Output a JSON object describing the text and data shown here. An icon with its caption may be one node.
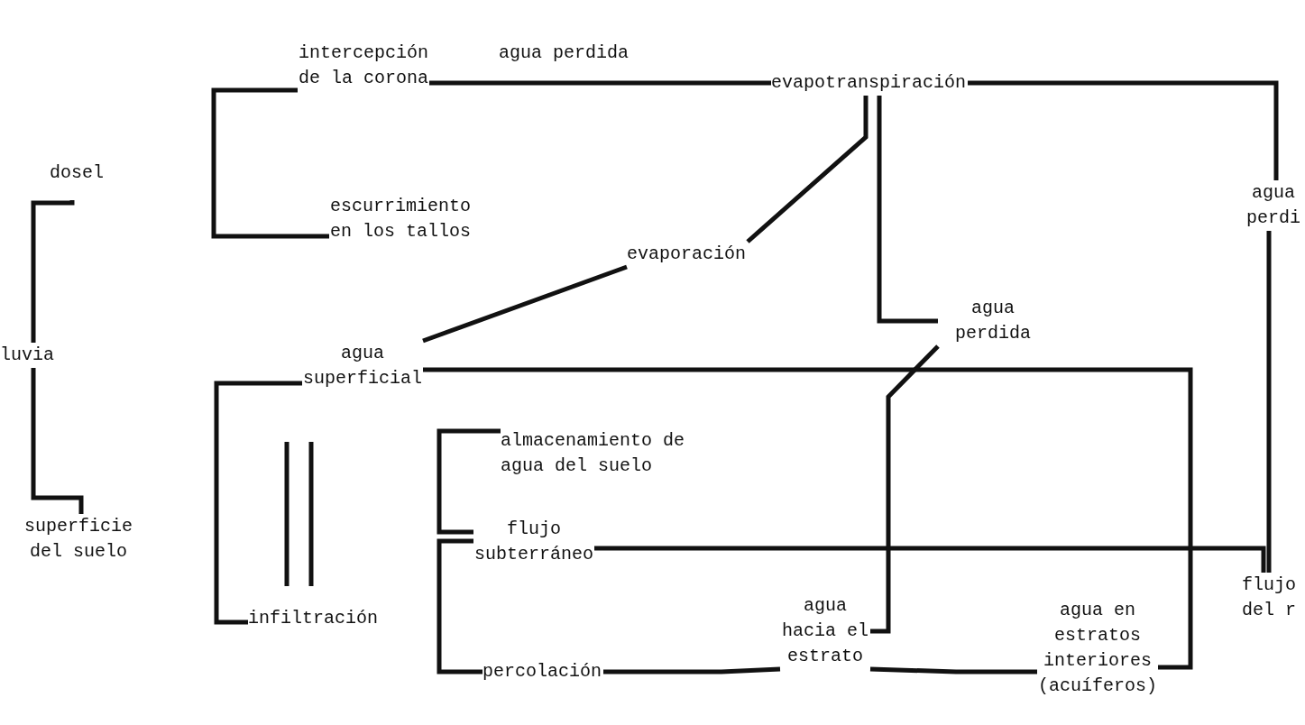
{
  "diagram": {
    "nodes": [
      {
        "text": [
          "intercepción de la corona"
        ]
      },
      {
        "text": [
          "evapotranspiración"
        ]
      },
      {
        "text": [
          "dosel"
        ]
      },
      {
        "text": [
          "escurrimiento en los tallos"
        ]
      },
      {
        "text": [
          "agua perdi"
        ]
      },
      {
        "text": [
          "evaporación"
        ]
      },
      {
        "text": [
          "agua perdida"
        ]
      },
      {
        "text": [
          "luvia"
        ]
      },
      {
        "text": [
          "agua superficial"
        ]
      },
      {
        "text": [
          "almacenamiento de agua del suelo"
        ]
      },
      {
        "text": [
          "flujo subterráneo"
        ]
      },
      {
        "text": [
          "superficie del suelo"
        ]
      },
      {
        "text": [
          "flujo del r"
        ]
      },
      {
        "text": [
          "infiltración"
        ]
      },
      {
        "text": [
          "percolación"
        ]
      },
      {
        "text": [
          "agua hacia el estrato"
        ]
      },
      {
        "text": [
          "agua en estratos interiores (acuíferos)"
        ]
      }
    ],
    "edges": [
      {
        "from": 2,
        "to": 7,
        "arrow": "none"
      },
      {
        "from": 7,
        "to": 11,
        "arrow": "none"
      },
      {
        "from": 0,
        "to": 3,
        "arrow": "none"
      },
      {
        "from": 0,
        "to": 1,
        "arrow": "none",
        "label": "agua perdida"
      },
      {
        "from": 1,
        "to": 4,
        "arrow": "none"
      },
      {
        "from": 4,
        "to": 12,
        "arrow": "none"
      },
      {
        "from": 10,
        "to": 12,
        "arrow": "none"
      },
      {
        "from": 8,
        "to": 5,
        "arrow": "none"
      },
      {
        "from": 5,
        "to": 1,
        "arrow": "none"
      },
      {
        "from": 1,
        "to": 6,
        "arrow": "none"
      },
      {
        "from": 6,
        "to": 15,
        "arrow": "none"
      },
      {
        "from": 8,
        "to": 16,
        "arrow": "none"
      },
      {
        "from": 8,
        "to": 13,
        "arrow": "none"
      },
      {
        "from": 9,
        "to": 10,
        "arrow": "none"
      },
      {
        "from": 10,
        "to": 14,
        "arrow": "none"
      },
      {
        "from": 14,
        "to": 15,
        "arrow": "none"
      },
      {
        "from": 15,
        "to": 16,
        "arrow": "none"
      }
    ]
  }
}
